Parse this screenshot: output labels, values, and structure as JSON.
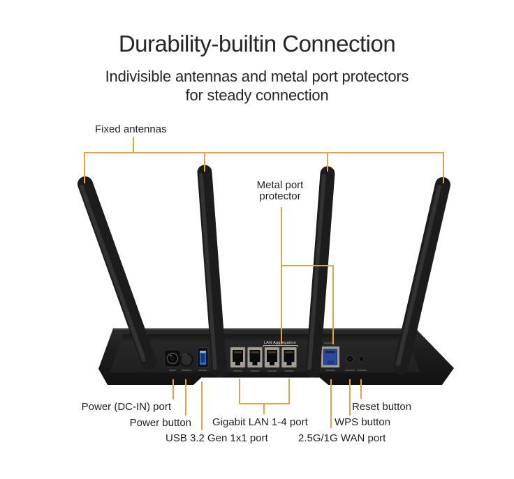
{
  "header": {
    "title": "Durability-builtin Connection",
    "subtitle_line1": "Indivisible antennas and metal port protectors",
    "subtitle_line2": "for steady connection"
  },
  "callouts": {
    "fixed_antennas": "Fixed antennas",
    "metal_port_protector": "Metal port\nprotector",
    "power_dc_port": "Power (DC-IN) port",
    "power_button": "Power button",
    "usb_port": "USB 3.2 Gen 1x1 port",
    "lan_ports": "Gigabit LAN 1-4 port",
    "wan_port": "2.5G/1G WAN port",
    "wps_button": "WPS button",
    "reset_button": "Reset button"
  },
  "device": {
    "lan_aggregation_label": "LAN Aggregation"
  },
  "colors": {
    "accent_line": "#E8A33C",
    "text": "#262626",
    "body_dark": "#1E1E1E",
    "port_metal": "#A39E94",
    "usb_blue": "#2F6FC4",
    "wan_blue": "#274A9E"
  }
}
